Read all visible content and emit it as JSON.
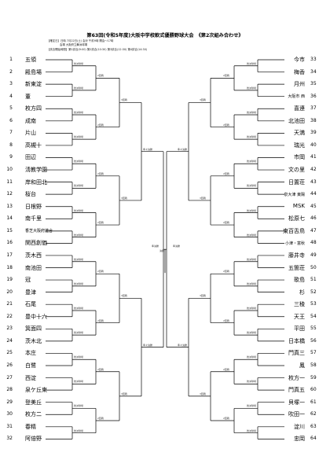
{
  "header": {
    "title": "第63回(令和5年度)大阪中学校軟式優勝野球大会　《第2次組み合わせ》",
    "info1": "【確定日】日時 7月22日(土) 会計 午前9時 開会～17時",
    "info2": "会場 大阪府立舞洲球場",
    "info3": "【試合開始時間】第1試合(9:00) 第2試合(10:30) 第3試合(12:30) 第4試合(14:30)"
  },
  "left_teams": [
    {
      "num": "1",
      "name": "五領"
    },
    {
      "num": "2",
      "name": "殿島場"
    },
    {
      "num": "3",
      "name": "新東淀"
    },
    {
      "num": "4",
      "name": "董"
    },
    {
      "num": "5",
      "name": "枚方四"
    },
    {
      "num": "6",
      "name": "成南"
    },
    {
      "num": "7",
      "name": "片山"
    },
    {
      "num": "8",
      "name": "高槻十"
    },
    {
      "num": "9",
      "name": "田辺"
    },
    {
      "num": "10",
      "name": "淸教学園"
    },
    {
      "num": "11",
      "name": "岸和田北"
    },
    {
      "num": "12",
      "name": "桜台"
    },
    {
      "num": "13",
      "name": "日根野"
    },
    {
      "num": "14",
      "name": "南千里"
    },
    {
      "num": "15",
      "name": "香芝大阪府連合"
    },
    {
      "num": "16",
      "name": "関西創価"
    },
    {
      "num": "17",
      "name": "茨木西"
    },
    {
      "num": "18",
      "name": "南池田"
    },
    {
      "num": "19",
      "name": "冠"
    },
    {
      "num": "20",
      "name": "豊津"
    },
    {
      "num": "21",
      "name": "石尾"
    },
    {
      "num": "22",
      "name": "豊中十六"
    },
    {
      "num": "23",
      "name": "箕面四"
    },
    {
      "num": "24",
      "name": "茨木北"
    },
    {
      "num": "25",
      "name": "本庄"
    },
    {
      "num": "26",
      "name": "白鷺"
    },
    {
      "num": "27",
      "name": "西淀"
    },
    {
      "num": "28",
      "name": "泉ケ丘東"
    },
    {
      "num": "29",
      "name": "登美丘"
    },
    {
      "num": "30",
      "name": "枚方二"
    },
    {
      "num": "31",
      "name": "春精"
    },
    {
      "num": "32",
      "name": "阿倍野"
    }
  ],
  "right_teams": [
    {
      "num": "33",
      "name": "今市"
    },
    {
      "num": "34",
      "name": "梅香"
    },
    {
      "num": "35",
      "name": "月州"
    },
    {
      "num": "36",
      "name": "大阪市 西"
    },
    {
      "num": "37",
      "name": "喜連"
    },
    {
      "num": "38",
      "name": "北池田"
    },
    {
      "num": "39",
      "name": "天満"
    },
    {
      "num": "40",
      "name": "瑞光"
    },
    {
      "num": "41",
      "name": "市岡"
    },
    {
      "num": "42",
      "name": "文の里"
    },
    {
      "num": "43",
      "name": "日置荘"
    },
    {
      "num": "44",
      "name": "泉大津 東陽"
    },
    {
      "num": "45",
      "name": "MSK"
    },
    {
      "num": "46",
      "name": "松原七"
    },
    {
      "num": "47",
      "name": "東百舌鳥"
    },
    {
      "num": "48",
      "name": "小津・富秋"
    },
    {
      "num": "49",
      "name": "藤井寺"
    },
    {
      "num": "50",
      "name": "五箇荘"
    },
    {
      "num": "51",
      "name": "歌島"
    },
    {
      "num": "52",
      "name": "杉"
    },
    {
      "num": "53",
      "name": "三稜"
    },
    {
      "num": "54",
      "name": "天王"
    },
    {
      "num": "55",
      "name": "平田"
    },
    {
      "num": "56",
      "name": "日本橋"
    },
    {
      "num": "57",
      "name": "門真三"
    },
    {
      "num": "58",
      "name": "鳳"
    },
    {
      "num": "59",
      "name": "枚方一"
    },
    {
      "num": "60",
      "name": "門真五"
    },
    {
      "num": "61",
      "name": "貝塚一"
    },
    {
      "num": "62",
      "name": "吹田一"
    },
    {
      "num": "63",
      "name": "淀川"
    },
    {
      "num": "64",
      "name": "忠岡"
    }
  ],
  "match_labels": {
    "r1": "舞洲球場",
    "r1_alt": "南港中央",
    "game": "2回戦",
    "r3": "3回戦",
    "qf": "準々決勝",
    "sf": "準決勝",
    "final": "決勝"
  }
}
